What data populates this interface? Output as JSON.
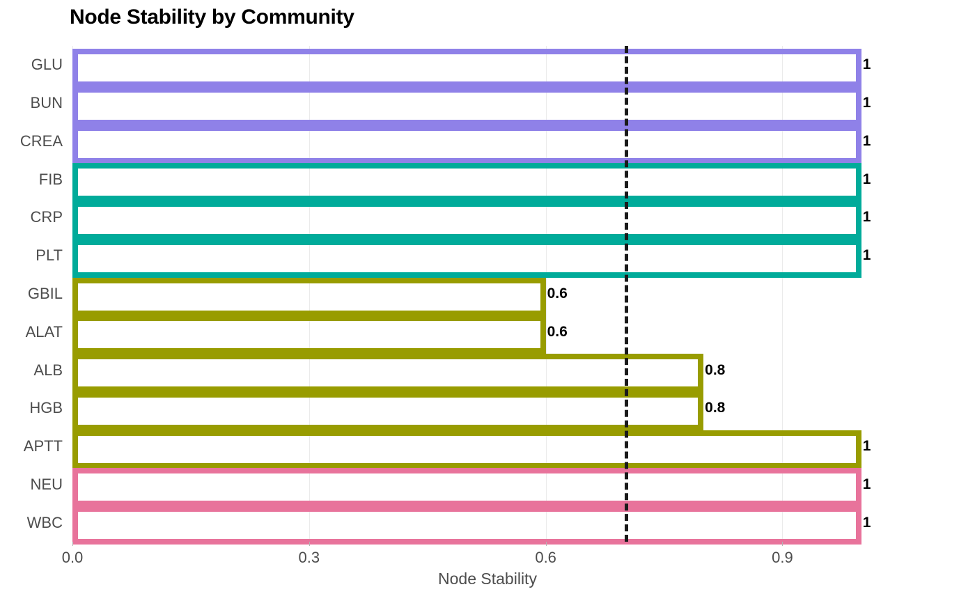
{
  "chart_data": {
    "type": "bar",
    "orientation": "horizontal",
    "title": "Node Stability by Community",
    "xlabel": "Node Stability",
    "ylabel": "",
    "xlim": [
      0.0,
      1.1
    ],
    "ylim": null,
    "grid": true,
    "legend": null,
    "x_ticks": [
      {
        "value": 0.0,
        "label": "0.0"
      },
      {
        "value": 0.3,
        "label": "0.3"
      },
      {
        "value": 0.6,
        "label": "0.6"
      },
      {
        "value": 0.9,
        "label": "0.9"
      }
    ],
    "categories": [
      "GLU",
      "BUN",
      "CREA",
      "FIB",
      "CRP",
      "PLT",
      "GBIL",
      "ALAT",
      "ALB",
      "HGB",
      "APTT",
      "NEU",
      "WBC"
    ],
    "values": [
      1,
      1,
      1,
      1,
      1,
      1,
      0.6,
      0.6,
      0.8,
      0.8,
      1,
      1,
      1
    ],
    "value_labels": [
      "1",
      "1",
      "1",
      "1",
      "1",
      "1",
      "0.6",
      "0.6",
      "0.8",
      "0.8",
      "1",
      "1",
      "1"
    ],
    "bar_colors": [
      "#8f81e8",
      "#8f81e8",
      "#8f81e8",
      "#00ab9a",
      "#00ab9a",
      "#00ab9a",
      "#989c00",
      "#989c00",
      "#989c00",
      "#989c00",
      "#989c00",
      "#e8739b",
      "#e8739b"
    ],
    "bars": [
      {
        "category": "GLU",
        "value": 1,
        "label": "1",
        "color": "#8f81e8",
        "community": "purple"
      },
      {
        "category": "BUN",
        "value": 1,
        "label": "1",
        "color": "#8f81e8",
        "community": "purple"
      },
      {
        "category": "CREA",
        "value": 1,
        "label": "1",
        "color": "#8f81e8",
        "community": "purple"
      },
      {
        "category": "FIB",
        "value": 1,
        "label": "1",
        "color": "#00ab9a",
        "community": "teal"
      },
      {
        "category": "CRP",
        "value": 1,
        "label": "1",
        "color": "#00ab9a",
        "community": "teal"
      },
      {
        "category": "PLT",
        "value": 1,
        "label": "1",
        "color": "#00ab9a",
        "community": "teal"
      },
      {
        "category": "GBIL",
        "value": 0.6,
        "label": "0.6",
        "color": "#989c00",
        "community": "olive"
      },
      {
        "category": "ALAT",
        "value": 0.6,
        "label": "0.6",
        "color": "#989c00",
        "community": "olive"
      },
      {
        "category": "ALB",
        "value": 0.8,
        "label": "0.8",
        "color": "#989c00",
        "community": "olive"
      },
      {
        "category": "HGB",
        "value": 0.8,
        "label": "0.8",
        "color": "#989c00",
        "community": "olive"
      },
      {
        "category": "APTT",
        "value": 1,
        "label": "1",
        "color": "#989c00",
        "community": "olive"
      },
      {
        "category": "NEU",
        "value": 1,
        "label": "1",
        "color": "#e8739b",
        "community": "pink"
      },
      {
        "category": "WBC",
        "value": 1,
        "label": "1",
        "color": "#e8739b",
        "community": "pink"
      }
    ],
    "threshold_line": {
      "value": 0.7,
      "style": "dashed",
      "color": "#1a1a1a"
    },
    "colors": {
      "purple": "#8f81e8",
      "teal": "#00ab9a",
      "olive": "#989c00",
      "pink": "#e8739b",
      "gridline": "#ebebeb",
      "axis_text": "#4d4d4d",
      "title_text": "#000000"
    }
  }
}
